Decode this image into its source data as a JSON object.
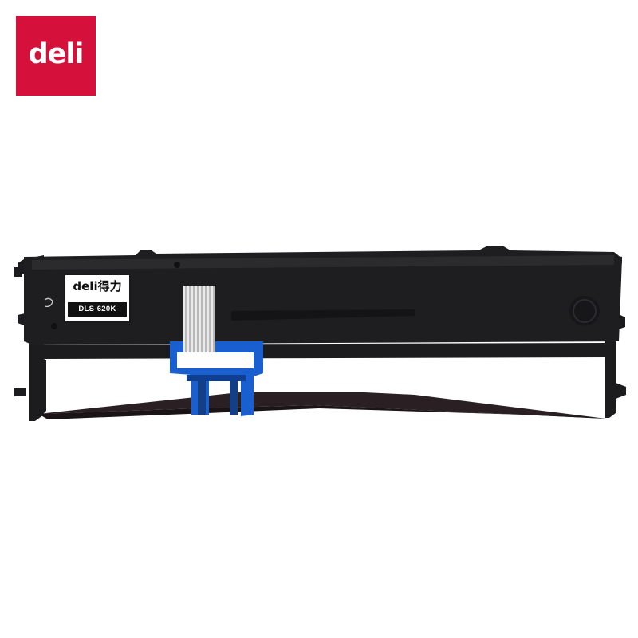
{
  "brand": {
    "logo_text": "deli",
    "logo_color": "#d5103a"
  },
  "product": {
    "label_brand_text": "deli得力",
    "model_text": "DLS-620K",
    "cartridge_color": "#1c1c1e",
    "clip_color": "#1a5fd0"
  }
}
